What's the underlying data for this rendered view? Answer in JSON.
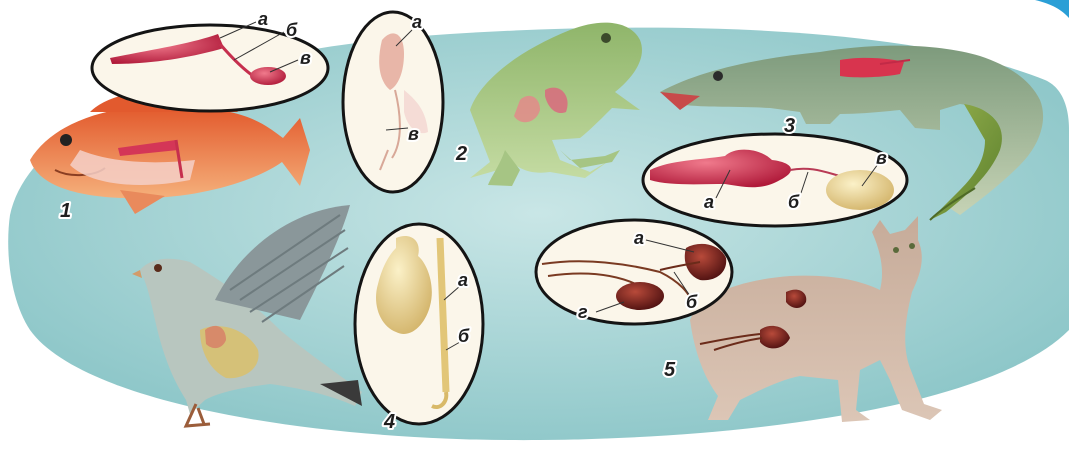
{
  "figure": {
    "animals": [
      {
        "number": "1",
        "labels": [
          "а",
          "б",
          "в"
        ]
      },
      {
        "number": "2",
        "labels": [
          "а",
          "в"
        ]
      },
      {
        "number": "3",
        "labels": [
          "а",
          "б",
          "в"
        ]
      },
      {
        "number": "4",
        "labels": [
          "а",
          "б"
        ]
      },
      {
        "number": "5",
        "labels": [
          "а",
          "б",
          "г"
        ]
      }
    ]
  },
  "colors": {
    "background_oval": "#a9d5d6",
    "inset_fill": "#fbf6ea",
    "inset_stroke": "#141414",
    "kidney_red": "#c0213f",
    "kidney_dark": "#6e1a1a"
  }
}
